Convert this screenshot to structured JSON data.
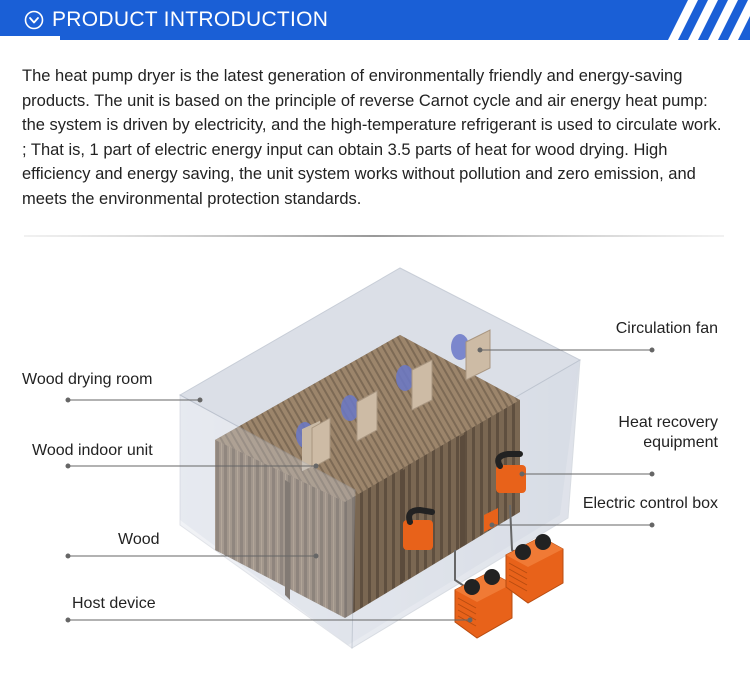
{
  "header": {
    "title": "PRODUCT INTRODUCTION",
    "accent_color": "#1a5fd6",
    "icon": "chevron-down-circle-icon"
  },
  "intro": {
    "text": "The heat pump dryer is the latest generation of environmentally friendly and energy-saving products. The unit is based on the principle of reverse Carnot cycle and air energy heat pump: the system is driven by electricity, and the high-temperature refrigerant is used to circulate work. ; That is, 1 part of electric energy input can obtain 3.5 parts of heat for wood drying. High efficiency and energy saving, the unit system works without pollution and zero emission, and meets the environmental protection standards."
  },
  "diagram": {
    "labels": {
      "wood_drying_room": "Wood drying room",
      "wood_indoor_unit": "Wood indoor unit",
      "wood": "Wood",
      "host_device": "Host device",
      "circulation_fan": "Circulation fan",
      "heat_recovery_line1": "Heat recovery",
      "heat_recovery_line2": "equipment",
      "electric_control_box": "Electric control box"
    },
    "colors": {
      "wood": "#8a7560",
      "orange": "#e8621a",
      "room_glass": "#c9d0dc",
      "fan": "#6a78c8"
    }
  }
}
